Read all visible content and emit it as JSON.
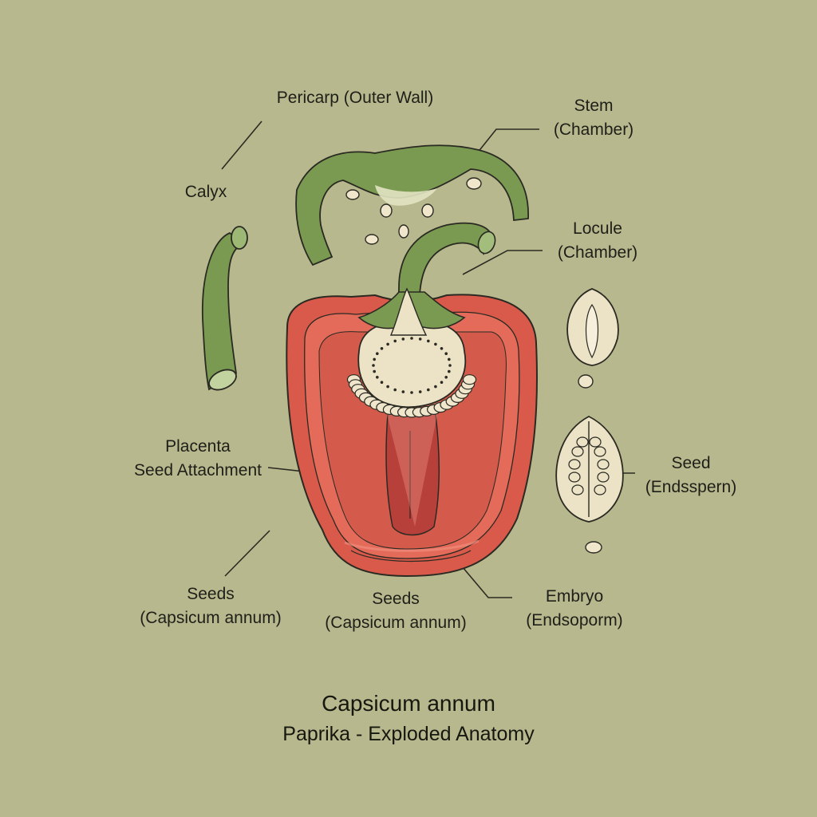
{
  "labels": {
    "pericarp": "Pericarp (Outer Wall)",
    "calyx": "Calyx",
    "stem": [
      "Stem",
      "(Chamber)"
    ],
    "locule": [
      "Locule",
      "(Chamber)"
    ],
    "placenta": [
      "Placenta",
      "Seed Attachment"
    ],
    "seed": [
      "Seed",
      "(Endsspern)"
    ],
    "seeds_left": [
      "Seeds",
      "(Capsicum annum)"
    ],
    "seeds_center": [
      "Seeds",
      "(Capsicum annum)"
    ],
    "embryo": [
      "Embryo",
      "(Endsoporm)"
    ]
  },
  "title": "Capsicum annum",
  "subtitle": "Paprika - Exploded Anatomy",
  "colors": {
    "background": "#b8b88e",
    "pepper_red": "#d9594a",
    "pepper_dark": "#b8403a",
    "stem_green": "#7a9a52",
    "placenta_cream": "#ece2c6",
    "outline": "#2a2a22"
  }
}
